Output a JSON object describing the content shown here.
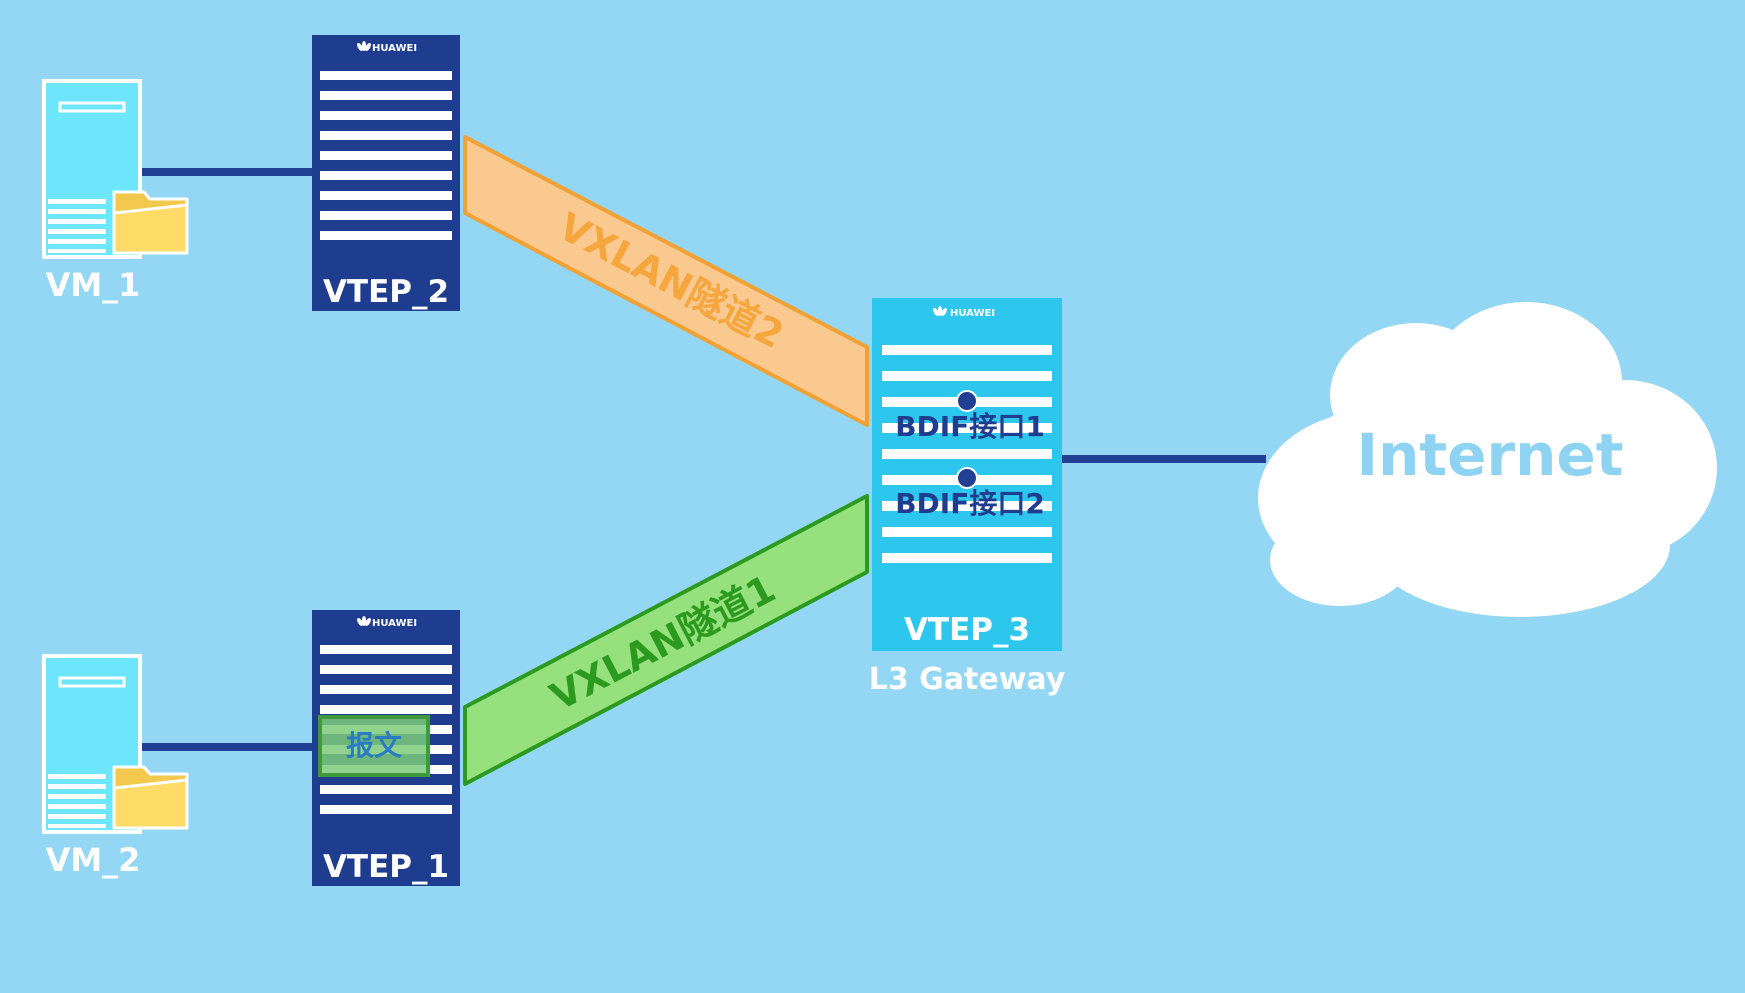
{
  "brand_text": "HUAWEI",
  "vm1": {
    "label": "VM_1"
  },
  "vm2": {
    "label": "VM_2"
  },
  "vtep1": {
    "label": "VTEP_1"
  },
  "vtep2": {
    "label": "VTEP_2"
  },
  "vtep3": {
    "label": "VTEP_3",
    "caption": "L3 Gateway"
  },
  "bdif1": "BDIF接口1",
  "bdif2": "BDIF接口2",
  "tunnel1": {
    "label": "VXLAN隧道1"
  },
  "tunnel2": {
    "label": "VXLAN隧道2"
  },
  "packet": {
    "label": "报文"
  },
  "internet": {
    "label": "Internet"
  },
  "colors": {
    "background": "#93D7F4",
    "switch_dark": "#1F3D8F",
    "switch_light": "#2DC7EE",
    "link": "#213F93",
    "tunnel1_fill": "#96E07E",
    "tunnel1_stroke": "#2B9A1F",
    "tunnel2_fill": "#FAC98F",
    "tunnel2_stroke": "#F2A135",
    "vm_body": "#6DE6FB",
    "folder": "#FFDC67",
    "cloud": "#FFFFFF",
    "internet_text": "#8FD3F2"
  }
}
